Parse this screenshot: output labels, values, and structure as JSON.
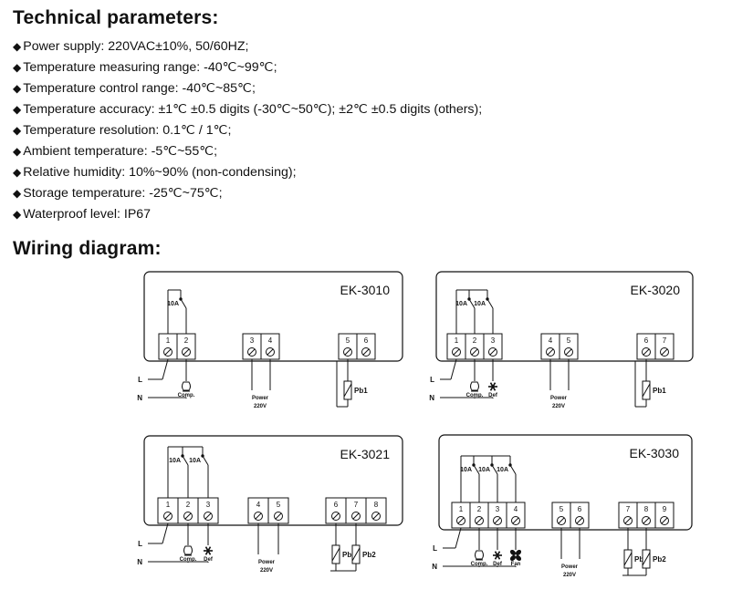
{
  "technical": {
    "title": "Technical parameters:",
    "bullet": "◆",
    "items": [
      "Power supply: 220VAC±10%, 50/60HZ;",
      "Temperature measuring range: -40℃~99℃;",
      "Temperature control range: -40℃~85℃;",
      "Temperature accuracy: ±1℃ ±0.5 digits (-30℃~50℃); ±2℃ ±0.5 digits (others);",
      "Temperature resolution: 0.1℃ / 1℃;",
      "Ambient temperature: -5℃~55℃;",
      "Relative humidity: 10%~90% (non-condensing);",
      "Storage temperature: -25℃~75℃;",
      "Waterproof level: IP67"
    ]
  },
  "wiring": {
    "title": "Wiring diagram:",
    "labels": {
      "line": "L",
      "neutral": "N",
      "relay": "10A",
      "power": "Power",
      "voltage": "220V",
      "comp": "Comp.",
      "def": "Def",
      "fan": "Fan",
      "pb1": "Pb1",
      "pb2": "Pb2"
    },
    "diagrams": [
      {
        "model": "EK-3010",
        "terminals": [
          "1",
          "2",
          "3",
          "4",
          "5",
          "6"
        ]
      },
      {
        "model": "EK-3020",
        "terminals": [
          "1",
          "2",
          "3",
          "4",
          "5",
          "6",
          "7"
        ]
      },
      {
        "model": "EK-3021",
        "terminals": [
          "1",
          "2",
          "3",
          "4",
          "5",
          "6",
          "7",
          "8"
        ]
      },
      {
        "model": "EK-3030",
        "terminals": [
          "1",
          "2",
          "3",
          "4",
          "5",
          "6",
          "7",
          "8",
          "9"
        ]
      }
    ]
  }
}
